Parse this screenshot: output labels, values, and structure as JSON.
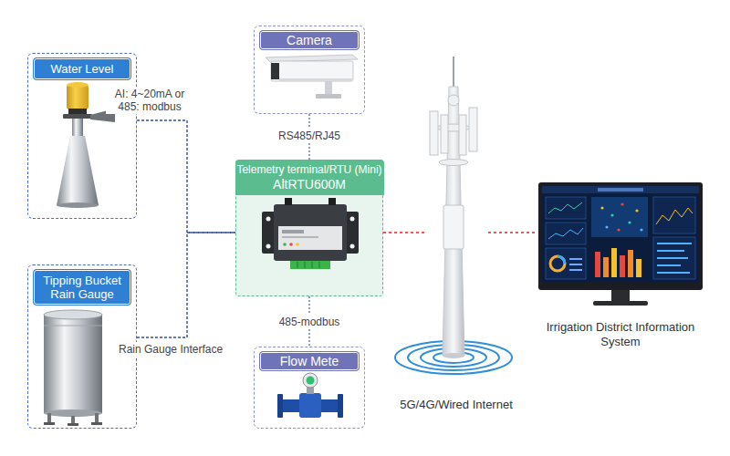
{
  "diagram": {
    "nodes": [
      {
        "text": [
          "Water Level"
        ]
      },
      {
        "text": [
          "Tipping Bucket Rain Gauge"
        ]
      },
      {
        "text": [
          "Camera"
        ]
      },
      {
        "text": [
          "Telemetry terminal/RTU (Mini)",
          "AltRTU600M"
        ]
      },
      {
        "text": [
          "Flow Mete"
        ]
      },
      {
        "text": [
          "5G/4G/Wired Internet"
        ]
      },
      {
        "text": [
          "Irrigation District Information System"
        ]
      }
    ],
    "edges": [
      {
        "from": 0,
        "to": 3,
        "label": "AI: 4~20mA or 485: modbus",
        "arrow": "none"
      },
      {
        "from": 1,
        "to": 3,
        "label": "Rain Gauge Interface",
        "arrow": "none"
      },
      {
        "from": 2,
        "to": 3,
        "label": "RS485/RJ45",
        "arrow": "none"
      },
      {
        "from": 3,
        "to": 4,
        "label": "485-modbus",
        "arrow": "none"
      },
      {
        "from": 3,
        "to": 5,
        "arrow": "none"
      },
      {
        "from": 5,
        "to": 6,
        "arrow": "none"
      }
    ]
  }
}
